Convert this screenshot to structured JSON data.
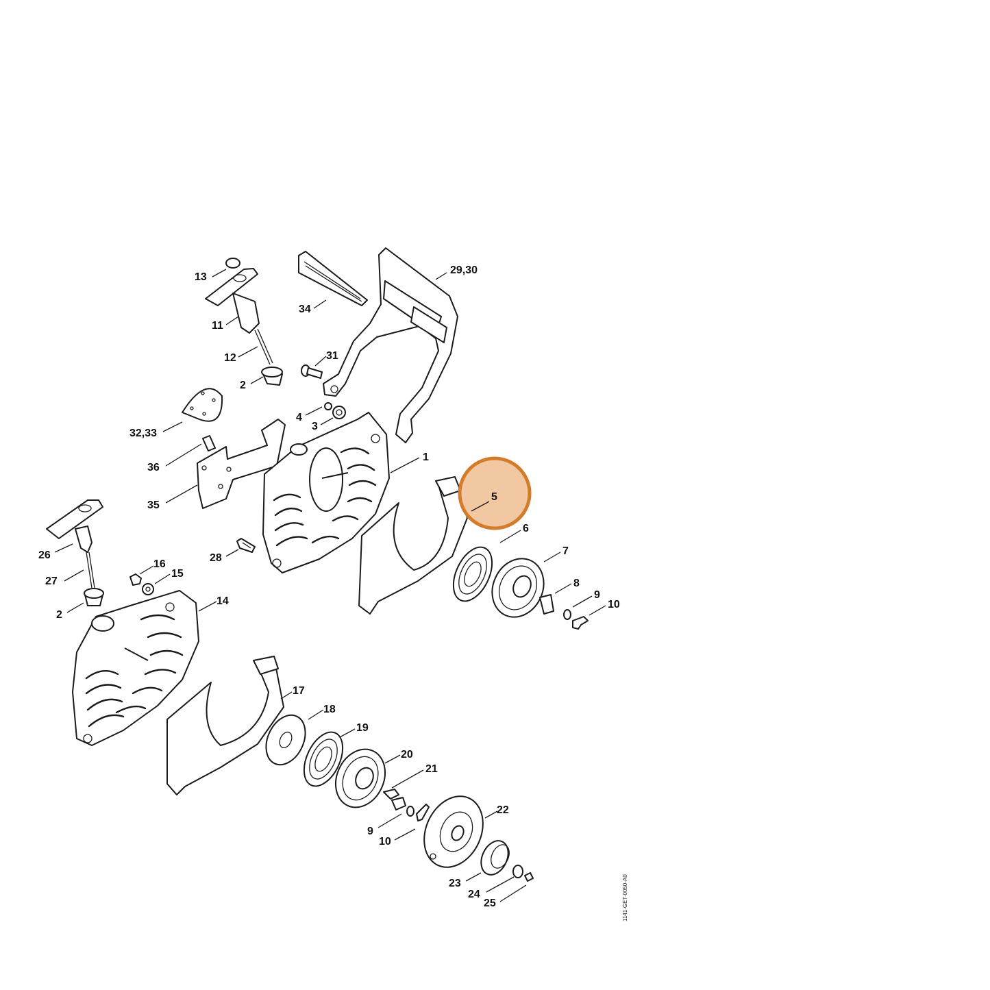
{
  "highlight": {
    "label": "5",
    "color": "#f2c8a2",
    "stroke": "#d37d2a"
  },
  "callouts": [
    "13",
    "29,30",
    "34",
    "11",
    "12",
    "31",
    "2",
    "4",
    "3",
    "32,33",
    "1",
    "5",
    "36",
    "35",
    "6",
    "7",
    "26",
    "28",
    "16",
    "15",
    "8",
    "27",
    "9",
    "10",
    "2",
    "14",
    "17",
    "18",
    "19",
    "20",
    "21",
    "22",
    "9",
    "10",
    "23",
    "24",
    "25"
  ],
  "drawing_code": "1141-GET-0050-A0"
}
